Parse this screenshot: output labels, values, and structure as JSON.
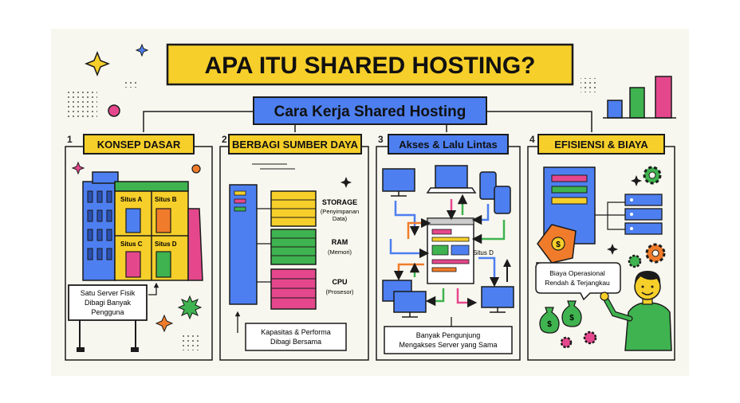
{
  "title": "APA ITU SHARED HOSTING?",
  "subtitle": "Cara Kerja Shared Hosting",
  "panels": [
    {
      "number": "1",
      "title": "KONSEP DASAR"
    },
    {
      "number": "2",
      "title": "BERBAGI SUMBER DAYA"
    },
    {
      "number": "3",
      "title": "Akses & Lalu Lintas"
    },
    {
      "number": "4",
      "title": "EFISIENSI & BIAYA"
    }
  ],
  "panel1": {
    "sites": [
      "Situs A",
      "Situs B",
      "Situs C",
      "Situs D"
    ],
    "sign_line1": "Satu Server Fisik",
    "sign_line2": "Dibagi Banyak",
    "sign_line3": "Pengguna"
  },
  "panel2": {
    "storage": "STORAGE",
    "storage_sub1": "(Penyimpanan",
    "storage_sub2": "Data)",
    "ram": "RAM",
    "ram_sub": "(Memori)",
    "cpu": "CPU",
    "cpu_sub": "(Prosesor)",
    "caption_line1": "Kapasitas & Performa",
    "caption_line2": "Dibagi Bersama"
  },
  "panel3": {
    "site_label": "Situs D",
    "caption_line1": "Banyak Pengunjung",
    "caption_line2": "Mengakses Server yang Sama"
  },
  "panel4": {
    "bubble_line1": "Biaya Operasional",
    "bubble_line2": "Rendah & Terjangkau"
  },
  "colors": {
    "yellow": "#f7cf2a",
    "blue": "#4d7ff0",
    "green": "#3fb34f",
    "pink": "#e5478c",
    "orange": "#f07c2b",
    "background": "#f8f7ef"
  },
  "icons": [
    "sparkle-icon",
    "bar-chart-icon",
    "gear-icon",
    "dollar-bag-icon",
    "price-tag-icon",
    "monitor-icon",
    "phone-icon",
    "server-icon"
  ]
}
